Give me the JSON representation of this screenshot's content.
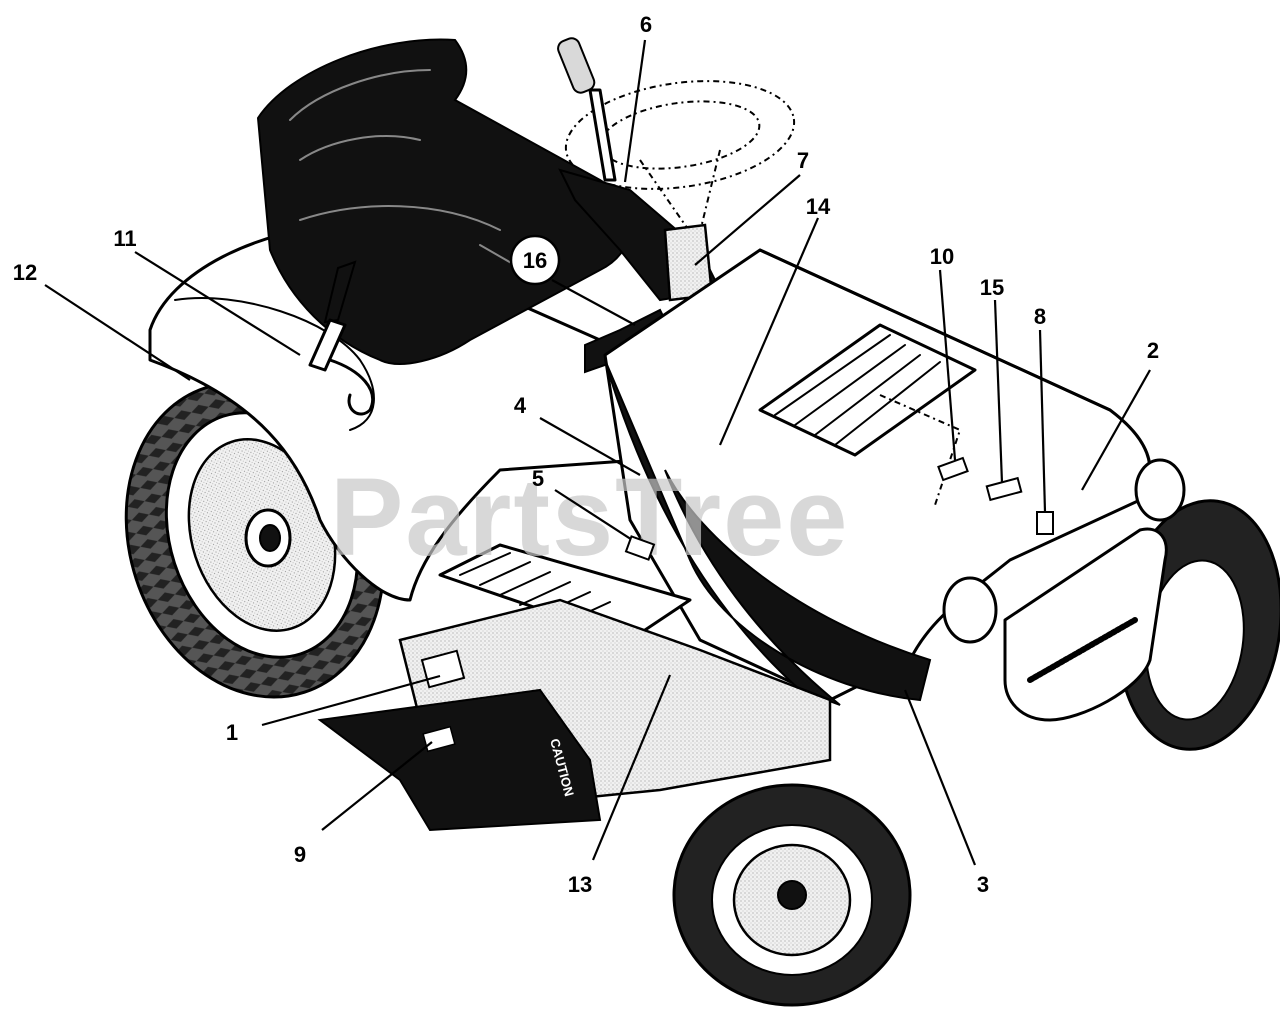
{
  "watermark": "PartsTree",
  "decal_text": "CAUTION",
  "callouts": [
    {
      "id": "c1",
      "label": "1"
    },
    {
      "id": "c2",
      "label": "2"
    },
    {
      "id": "c3",
      "label": "3"
    },
    {
      "id": "c4",
      "label": "4"
    },
    {
      "id": "c5",
      "label": "5"
    },
    {
      "id": "c6",
      "label": "6"
    },
    {
      "id": "c7",
      "label": "7"
    },
    {
      "id": "c8",
      "label": "8"
    },
    {
      "id": "c9",
      "label": "9"
    },
    {
      "id": "c10",
      "label": "10"
    },
    {
      "id": "c11",
      "label": "11"
    },
    {
      "id": "c12",
      "label": "12"
    },
    {
      "id": "c13",
      "label": "13"
    },
    {
      "id": "c14",
      "label": "14"
    },
    {
      "id": "c15",
      "label": "15"
    },
    {
      "id": "c16",
      "label": "16"
    }
  ]
}
